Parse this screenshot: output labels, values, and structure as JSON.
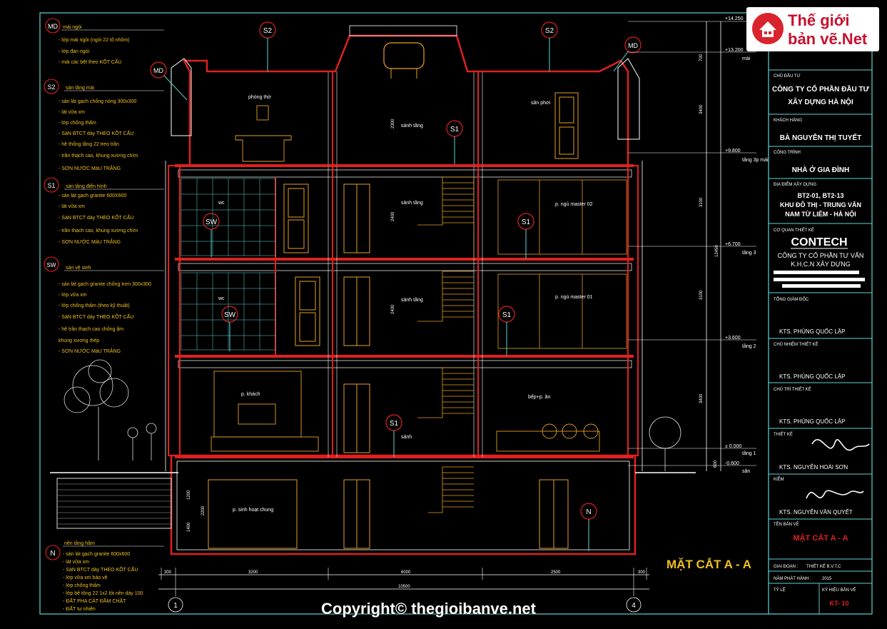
{
  "logo": {
    "line1": "Thế giới",
    "line2": "bản vẽ.Net"
  },
  "copyright": "Copyright© thegioibanve.net",
  "drawing_title": "MẶT CẮT A - A",
  "axis_markers": [
    "S2",
    "S2",
    "MD",
    "MD"
  ],
  "level_markers": [
    {
      "label": "+14.250",
      "name": ""
    },
    {
      "label": "+13.200",
      "name": "mái"
    },
    {
      "label": "+9.800",
      "name": "tầng 3p mái"
    },
    {
      "label": "+6.700",
      "name": "tầng 3"
    },
    {
      "label": "+3.600",
      "name": "tầng 2"
    },
    {
      "label": "± 0.000",
      "name": "tầng 1"
    },
    {
      "label": "-0.600",
      "name": "sân"
    }
  ],
  "room_labels": {
    "phong_tho": "phòng thờ",
    "san_phoi": "sân phơi",
    "sanh_tang_top": "sảnh tầng",
    "sanh_tang_3": "sảnh tầng",
    "sanh_tang_2": "sảnh tầng",
    "sanh": "sảnh",
    "ngu_master_02": "p. ngủ master 02",
    "ngu_master_01": "p. ngủ master 01",
    "khach": "p. khách",
    "bep_an": "bếp+p. ăn",
    "sinh_hoat_chung": "p. sinh hoạt chung",
    "wc1": "wc",
    "wc2": "wc"
  },
  "tags_on_section": [
    "S1",
    "SW",
    "S1",
    "S1",
    "SW",
    "S1",
    "S1",
    "N"
  ],
  "dim_vertical": [
    "3400",
    "3100",
    "3100",
    "3400",
    "2300",
    "2400",
    "2200",
    "1200",
    "1400",
    "12450",
    "700",
    "600"
  ],
  "dim_bottom": {
    "parts": [
      "300",
      "3200",
      "6000",
      "2500",
      "300"
    ],
    "total": "10500",
    "axes": [
      "1",
      "4"
    ]
  },
  "notes": [
    {
      "tag": "MD",
      "title": "mái ngói",
      "lines": [
        "- lớp mái ngói (ngói 22 tổ nhôm)",
        "- lớp đan ngói",
        "- mái các bệt theo KÕT CẤU"
      ]
    },
    {
      "tag": "S2",
      "title": "sàn tầng mái",
      "lines": [
        "- sàn lát gạch chống nóng 300x300",
        "- lát vữa xm",
        "- lớp chống thấm",
        "- SàN BTCT dày THEO KÕT CẤU",
        "- hệ thống tầng 22 treo trần",
        "- trần thạch cao, khung xương chìm",
        "- SƠN NƯỚC MàU TRẮNG"
      ]
    },
    {
      "tag": "S1",
      "title": "sàn tầng điển hình",
      "lines": [
        "- sàn lát gạch granite 600X600",
        "- lát vữa xm",
        "- SàN BTCT dày THEO KÕT CẤU",
        "- trần thạch cao, khung xương chìm",
        "- SƠN NƯỚC MàU TRẮNG"
      ]
    },
    {
      "tag": "SW",
      "title": "sàn vệ sinh",
      "lines": [
        "- sàn lát gạch granite chống trơn 300x300",
        "- lớp vữa xm",
        "- lớp chống thấm (theo kỹ thuật)",
        "- SàN BTCT dày THEO KÕT CẤU",
        "- hệ trần thạch cao chống ẩm",
        "  khung xương thép",
        "- SƠN NƯỚC MàU TRẮNG"
      ]
    },
    {
      "tag": "N",
      "title": "nền tầng hầm",
      "lines": [
        "- sàn lát gạch granite 600x600",
        "- lát vữa xm",
        "- SàN BTCT dày THEO KÕT CẤU",
        "- lớp vữa xm bảo vệ",
        "- lớp chống thấm",
        "- lớp bê tông 22 1x2 lót nền dày 100",
        "- ĐẤT PHA CÁT ĐẦM CHẶT",
        "- ĐẤT tự nhiên"
      ]
    }
  ],
  "title_block": {
    "chu_dau_tu_label": "CHỦ ĐẦU TƯ",
    "chu_dau_tu_1": "CÔNG TY CỔ PHẦN ĐẦU TƯ",
    "chu_dau_tu_2": "XÂY DỰNG HÀ NỘI",
    "khach_hang_label": "KHÁCH HÀNG",
    "khach_hang": "BÀ NGUYỄN THỊ TUYẾT",
    "cong_trinh_label": "CÔNG TRÌNH",
    "cong_trinh": "NHÀ Ở GIA ĐÌNH",
    "dia_diem_label": "ĐỊA ĐIỂM XÂY DỰNG",
    "dia_diem_1": "BT2-01, BT2-13",
    "dia_diem_2": "KHU ĐÔ THỊ - TRUNG VĂN",
    "dia_diem_3": "NAM TỪ LIÊM - HÀ NỘI",
    "co_quan_label": "CƠ QUAN THIẾT KẾ",
    "co_quan_logo": "CONTECH",
    "co_quan_1": "CÔNG TY CỔ PHẦN TƯ VẤN",
    "co_quan_2": "K.H.C.N XÂY DỰNG",
    "tong_giam_doc_label": "TỔNG GIÁM ĐỐC",
    "tong_giam_doc": "KTS. PHÙNG QUỐC LẬP",
    "chu_nhiem_label": "CHỦ NHIỆM THIẾT KẾ",
    "chu_nhiem": "KTS. PHÙNG QUỐC LẬP",
    "chu_tri_label": "CHỦ TRÌ THIẾT KẾ",
    "chu_tri": "KTS. PHÙNG QUỐC LẬP",
    "thiet_ke_label": "THIẾT KẾ",
    "thiet_ke": "KTS. NGUYỄN HOÀI SƠN",
    "kiem_label": "KIỂM",
    "kiem": "KTS. NGUYỄN VĂN QUYẾT",
    "ten_ban_ve_label": "TÊN BẢN VẼ",
    "ten_ban_ve": "MẶT CẮT A - A",
    "giai_doan_label": "GIAI ĐOẠN :",
    "giai_doan": "THIẾT KẾ B.V.T.C",
    "nam_label": "NĂM PHÁT HÀNH :",
    "nam": "2015",
    "ty_le_label": "TỶ LỆ",
    "ky_hieu_label": "KÝ HIỆU BẢN VẼ",
    "ky_hieu": "KT- 10"
  }
}
